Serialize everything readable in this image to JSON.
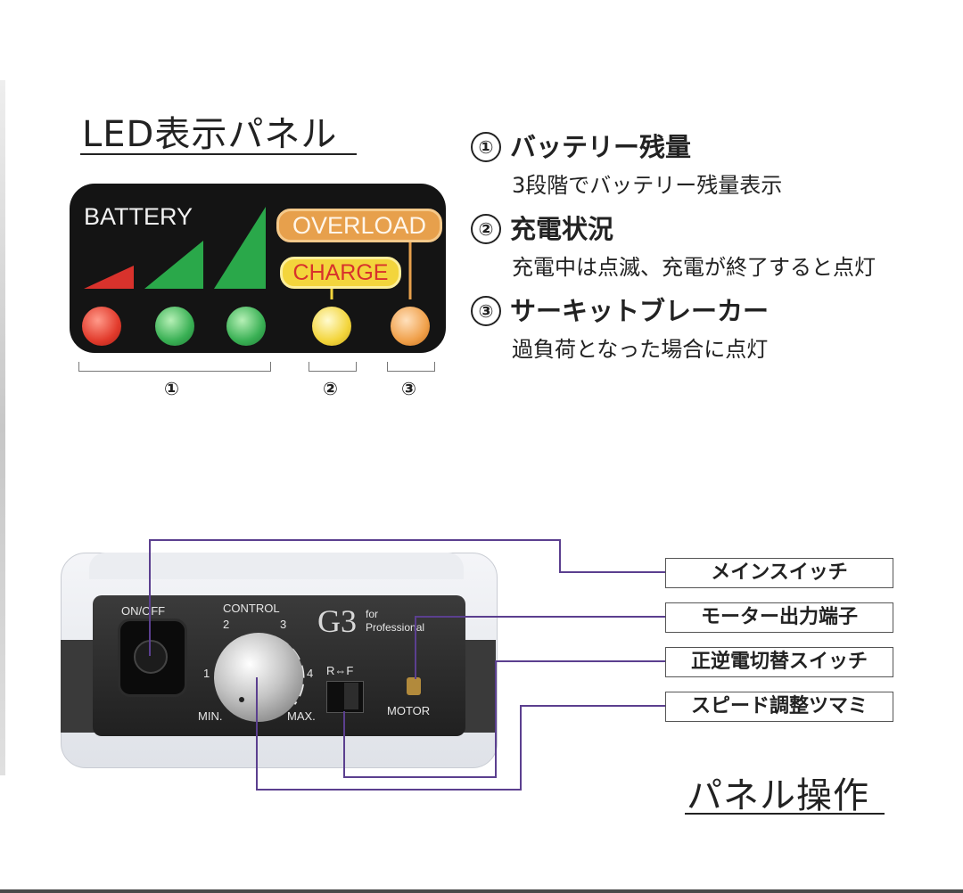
{
  "led_section": {
    "title": "LED表示パネル",
    "panel": {
      "battery_label": "BATTERY",
      "overload_label": "OVERLOAD",
      "charge_label": "CHARGE"
    },
    "brackets": [
      "①",
      "②",
      "③"
    ],
    "colors": {
      "led_red": "#e23b2c",
      "led_green": "#39b054",
      "led_yellow": "#f3d53c",
      "led_orange": "#f0a04a",
      "bar_red": "#d8322c",
      "bar_green": "#2aa84a"
    }
  },
  "descriptions": [
    {
      "num": "①",
      "title": "バッテリー残量",
      "body": "3段階でバッテリー残量表示"
    },
    {
      "num": "②",
      "title": "充電状況",
      "body": "充電中は点滅、充電が終了すると点灯"
    },
    {
      "num": "③",
      "title": "サーキットブレーカー",
      "body": "過負荷となった場合に点灯"
    }
  ],
  "device": {
    "on_off": "ON/OFF",
    "control": "CONTROL",
    "dial_numbers": [
      "1",
      "2",
      "3",
      "4"
    ],
    "min": "MIN.",
    "max": "MAX.",
    "brand_logo": "G3",
    "brand_sub1": "for",
    "brand_sub2": "Professional",
    "rf_label": "R⇔F",
    "motor": "MOTOR"
  },
  "callouts": [
    "メインスイッチ",
    "モーター出力端子",
    "正逆電切替スイッチ",
    "スピード調整ツマミ"
  ],
  "panel_section_title": "パネル操作",
  "line_color": "#5b3f8f"
}
